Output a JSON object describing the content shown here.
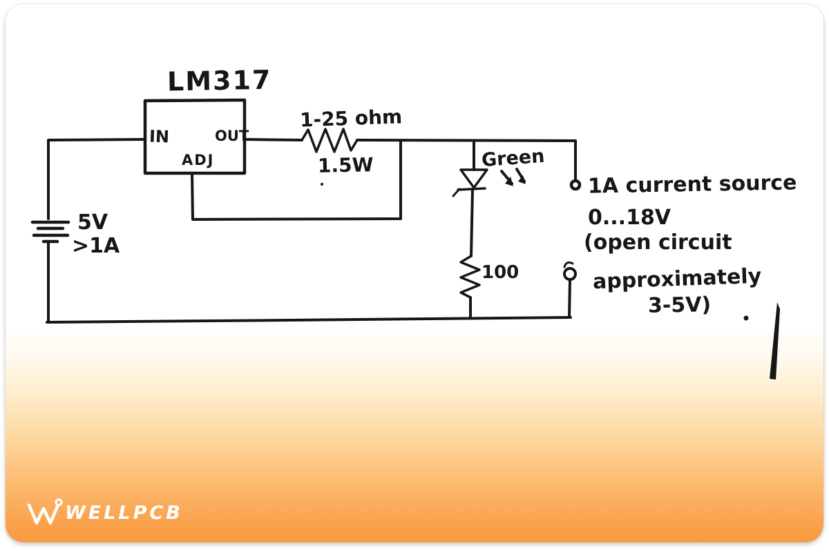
{
  "colors": {
    "ink": "#161616",
    "card_gradient_top": "#ffffff",
    "card_gradient_bottom": "#f89b40",
    "logo_color": "#ffffff"
  },
  "circuit": {
    "regulator": {
      "name": "LM317",
      "pin_in": "IN",
      "pin_out": "OUT",
      "pin_adj": "ADJ"
    },
    "sense_resistor": {
      "value": "1-25 ohm",
      "power": "1.5W"
    },
    "led": {
      "color_label": "Green"
    },
    "supply": {
      "voltage": "5V",
      "current": ">1A"
    },
    "load_resistor": {
      "value": "100"
    },
    "annotation": {
      "line1": "1A current source",
      "line2": "0...18V",
      "line3": "(open circuit",
      "line4": "approximately",
      "line5": "3-5V)"
    }
  },
  "footer": {
    "brand": "WELLPCB"
  }
}
